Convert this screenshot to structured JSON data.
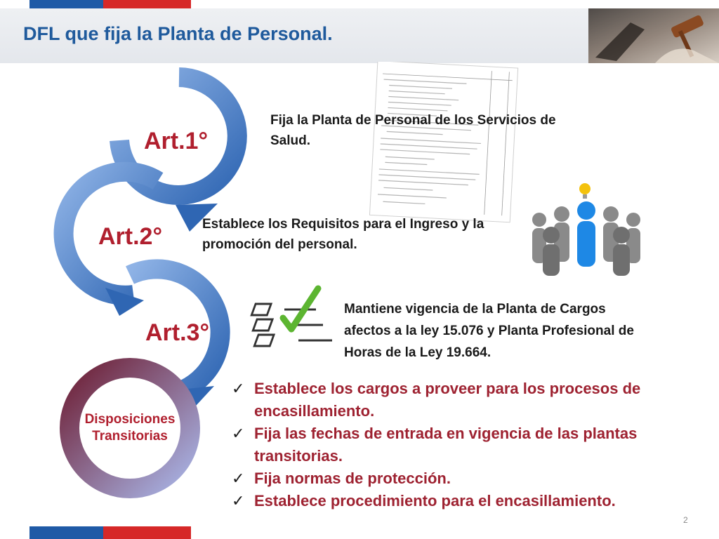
{
  "slide": {
    "title": "DFL que fija la Planta de Personal.",
    "page_number": "2"
  },
  "cycle": {
    "art1": "Art.1°",
    "art2": "Art.2°",
    "art3": "Art.3°",
    "transitorias": [
      "Disposiciones",
      "Transitorias"
    ]
  },
  "descriptions": {
    "art1": [
      "Fija la Planta de Personal de los Servicios de",
      "Salud."
    ],
    "art2": [
      "Establece los Requisitos para el Ingreso y la",
      "promoción del personal."
    ],
    "art3": [
      "Mantiene vigencia de la Planta  de Cargos",
      "afectos a la ley 15.076 y Planta Profesional de",
      "Horas de la Ley 19.664."
    ]
  },
  "bullets": [
    [
      "Establece los cargos a proveer para los procesos de",
      "encasillamiento."
    ],
    [
      "Fija las fechas de  entrada en vigencia de las plantas",
      "transitorias."
    ],
    [
      "Fija normas de protección."
    ],
    [
      "Establece procedimiento para el encasillamiento."
    ]
  ],
  "colors": {
    "title_blue": "#1f5a9c",
    "label_red": "#b01f2e",
    "bullet_red": "#9e2231",
    "arrow_blue": "#4a7fc1",
    "arrow_maroon": "#8a2a3c"
  }
}
